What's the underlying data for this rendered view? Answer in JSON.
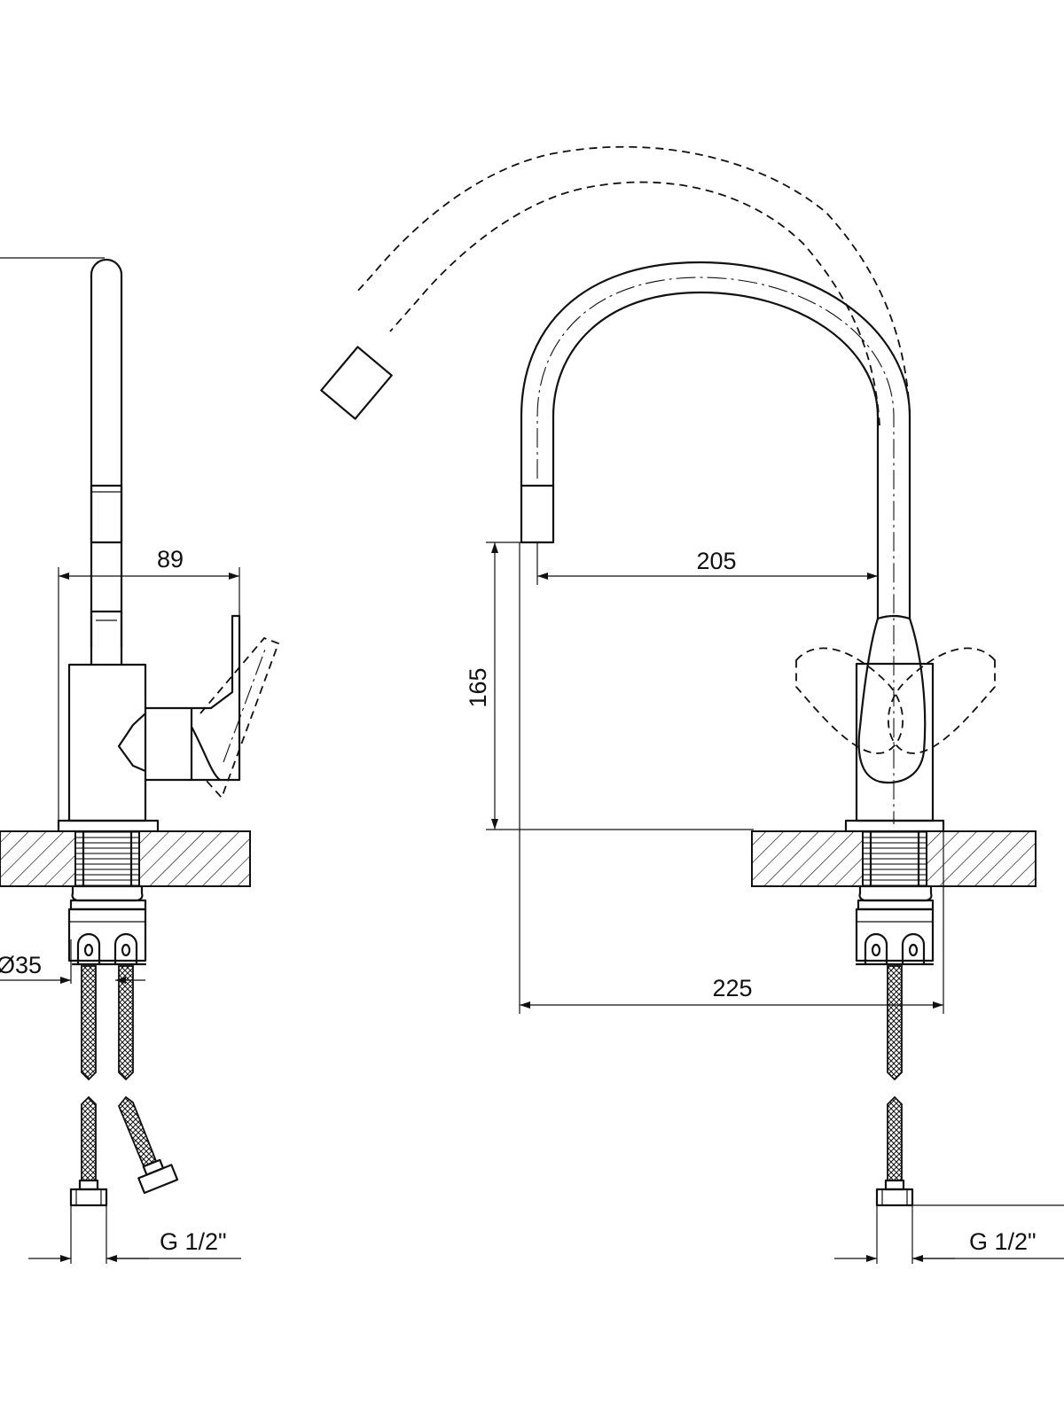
{
  "drawing": {
    "dimensions": {
      "side_depth": "89",
      "hole_diameter": "Ø35",
      "connection_left": "G 1/2\"",
      "spout_reach": "205",
      "spout_height": "165",
      "overall_length": "225",
      "connection_right": "G 1/2\""
    }
  }
}
